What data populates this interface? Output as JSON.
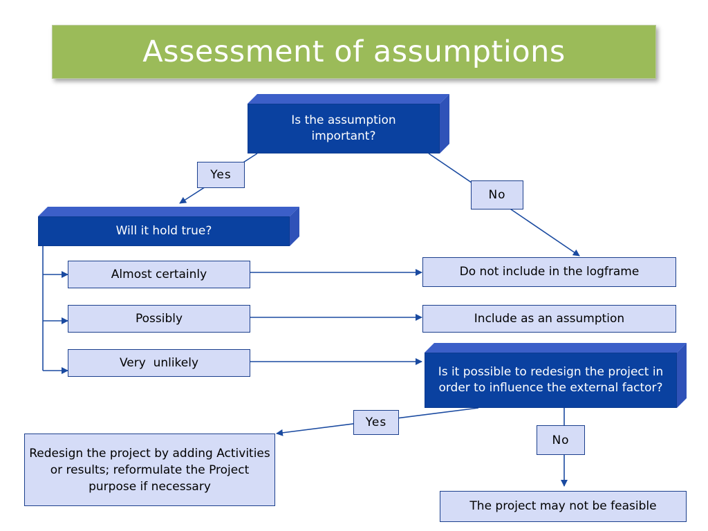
{
  "title": "Assessment of assumptions",
  "nodes": {
    "important": "Is the assumption important?",
    "hold_true": "Will it hold true?",
    "almost_certainly": "Almost certainly",
    "possibly": "Possibly",
    "very_unlikely": "Very  unlikely",
    "do_not_include": "Do not include in the logframe",
    "include_assumption": "Include as an assumption",
    "redesign_possible": "Is it possible to redesign the project in order to influence the external factor?",
    "redesign_action": "Redesign the project by adding Activities  or results; reformulate the Project purpose if necessary",
    "not_feasible": "The project may not be feasible"
  },
  "edge_labels": {
    "yes_top": "Yes",
    "no_top": "No",
    "yes_bottom": "Yes",
    "no_bottom": "No"
  },
  "colors": {
    "title_bg": "#9bbb59",
    "dark_box": "#0a41a0",
    "dark_side": "#3c5fc8",
    "light_box": "#d5dcf7",
    "line": "#1a4aa0"
  }
}
